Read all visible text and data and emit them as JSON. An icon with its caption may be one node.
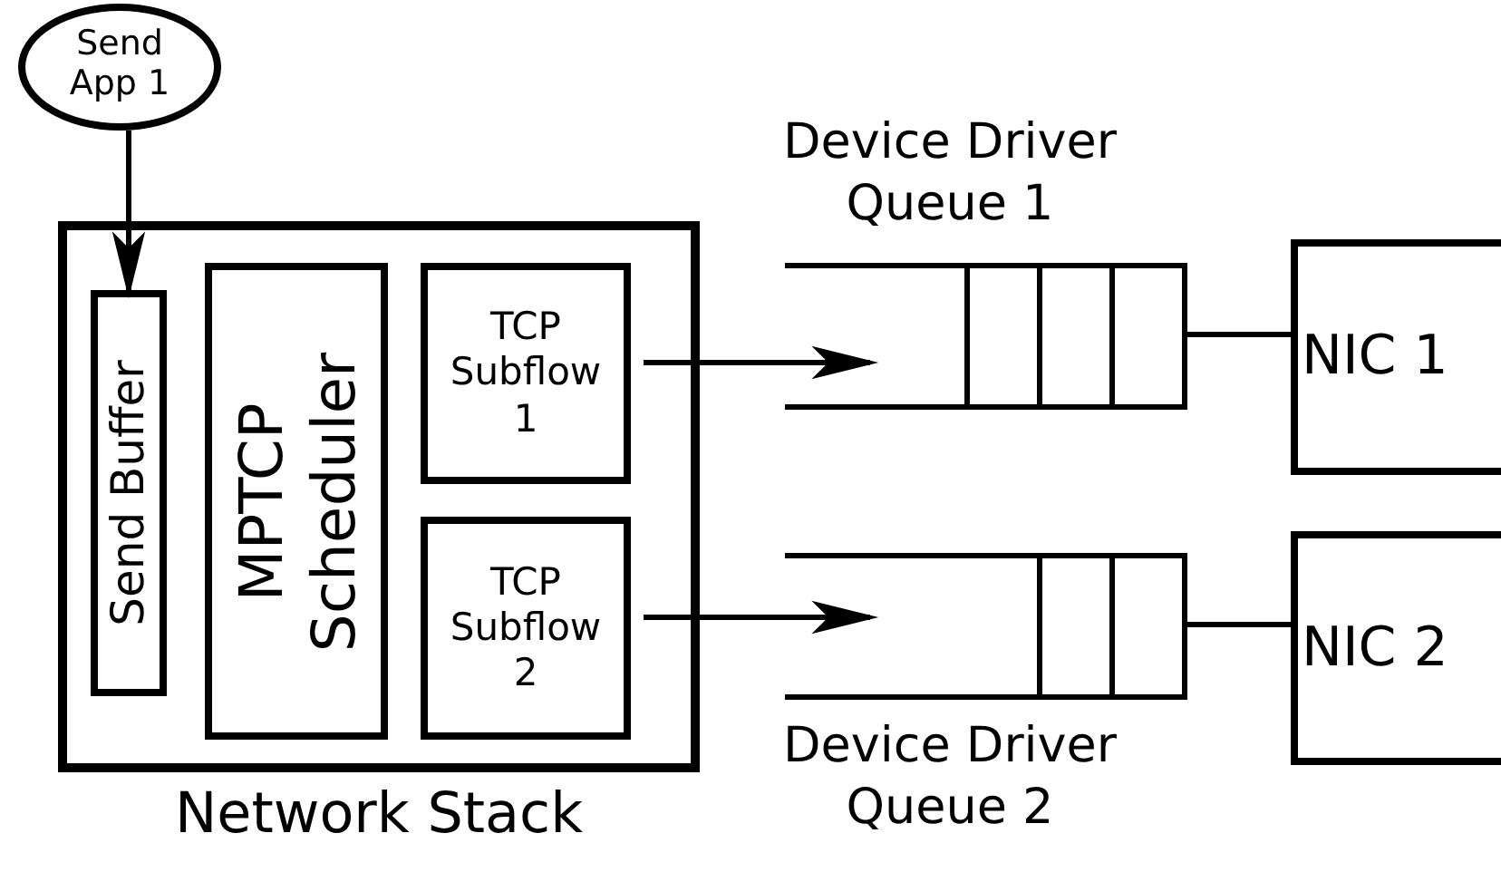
{
  "diagram": {
    "nodes": [
      {
        "text": [
          "Send App 1"
        ]
      },
      {
        "text": [
          "Network Stack"
        ]
      },
      {
        "text": [
          "Send Buffer"
        ],
        "in": 1
      },
      {
        "text": [
          "MPTCP Scheduler"
        ],
        "in": 1
      },
      {
        "text": [
          "TCP Subflow 1"
        ],
        "in": 1
      },
      {
        "text": [
          "TCP Subflow 2"
        ],
        "in": 1
      },
      {
        "text": [
          "Device Driver Queue 1"
        ]
      },
      {
        "text": [
          "NIC 1"
        ]
      },
      {
        "text": [
          "Device Driver Queue 2"
        ]
      },
      {
        "text": [
          "NIC 2"
        ]
      }
    ],
    "edges": [
      {
        "from": 0,
        "to": 2,
        "arrow": "to"
      },
      {
        "from": 4,
        "to": 6,
        "arrow": "to"
      },
      {
        "from": 5,
        "to": 8,
        "arrow": "to"
      },
      {
        "from": 6,
        "to": 7,
        "arrow": "none"
      },
      {
        "from": 8,
        "to": 9,
        "arrow": "none"
      }
    ]
  }
}
